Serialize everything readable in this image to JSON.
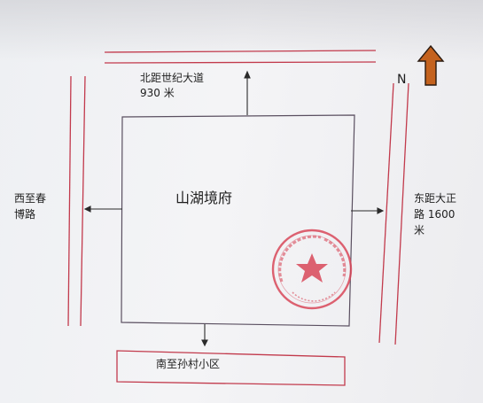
{
  "site": {
    "name": "山湖境府"
  },
  "north": {
    "label": "北距世纪大道",
    "distance": "930 米"
  },
  "west": {
    "line1": "西至春",
    "line2": "博路"
  },
  "east": {
    "line1": "东距大正",
    "line2": "路 1600",
    "line3": "米"
  },
  "south": {
    "label": "南至孙村小区"
  },
  "compass": {
    "letter": "N",
    "arrow_color": "#c4621e"
  },
  "colors": {
    "road_lines": "#c23a4c",
    "boundary": "#5a4f60",
    "seal": "#d9485a"
  },
  "icons": [
    "north-arrow-icon"
  ]
}
